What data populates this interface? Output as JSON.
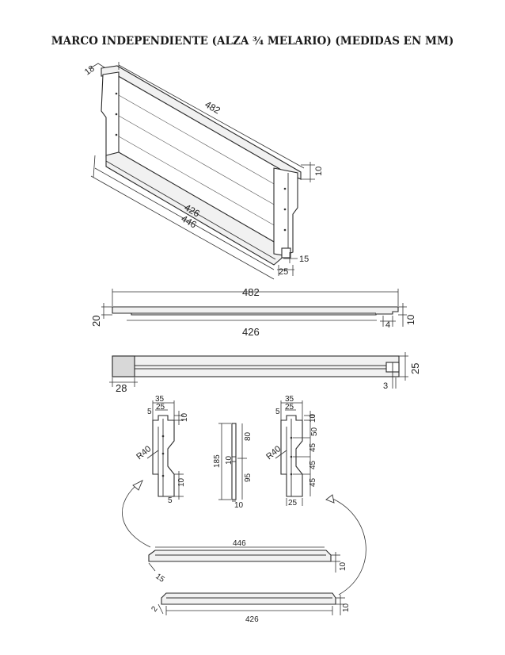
{
  "title": "MARCO INDEPENDIENTE  (ALZA ¾ MELARIO) (MEDIDAS EN MM)",
  "dims": {
    "iso_18": "18",
    "iso_482": "482",
    "iso_10": "10",
    "iso_426": "426",
    "iso_446": "446",
    "iso_15": "15",
    "iso_25": "25",
    "top_482": "482",
    "top_20": "20",
    "top_426": "426",
    "top_4": "4",
    "top_10": "10",
    "bot_25": "25",
    "bot_28": "28",
    "bot_3": "3",
    "l_35": "35",
    "l_25": "25",
    "l_5": "5",
    "l_10": "10",
    "l_r40": "R40",
    "l_10b": "10",
    "l_5b": "5",
    "m_185": "185",
    "m_10": "10",
    "m_80": "80",
    "m_95": "95",
    "m_10b": "10",
    "r_35": "35",
    "r_25": "25",
    "r_5": "5",
    "r_10": "10",
    "r_50": "50",
    "r_45a": "45",
    "r_45b": "45",
    "r_45c": "45",
    "r_r40": "R40",
    "r_25b": "25",
    "s_446": "446",
    "s_15": "15",
    "s_10": "10",
    "t_426": "426",
    "t_2": "2",
    "t_10": "10"
  }
}
